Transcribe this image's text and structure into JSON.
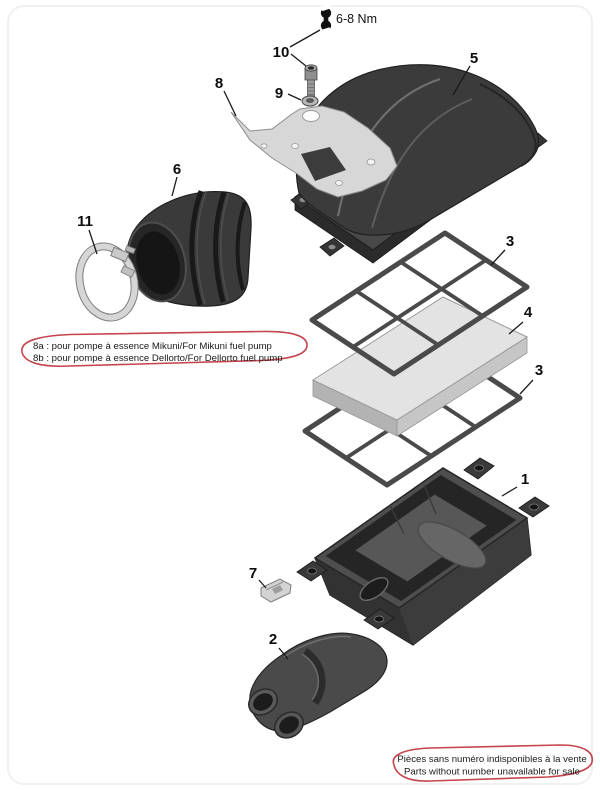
{
  "torque": {
    "label": "6-8 Nm"
  },
  "callouts": [
    {
      "label": "10"
    },
    {
      "label": "9"
    },
    {
      "label": "8"
    },
    {
      "label": "5"
    },
    {
      "label": "6"
    },
    {
      "label": "11"
    },
    {
      "label": "3"
    },
    {
      "label": "4"
    },
    {
      "label": "3"
    },
    {
      "label": "1"
    },
    {
      "label": "7"
    },
    {
      "label": "2"
    }
  ],
  "notes": {
    "fuel_pump": {
      "lines": [
        "8a : pour pompe à essence Mikuni/For Mikuni fuel pump",
        "8b : pour pompe à essence Dellorto/For Dellorto fuel pump"
      ]
    },
    "unavailable": {
      "lines": [
        "Pièces sans numéro indisponibles à la vente",
        "Parts without number unavailable for sale"
      ]
    }
  },
  "colors": {
    "note_red": "#c4454e",
    "callout_text": "#0d0d0d",
    "part_dark": "#3b3b3b",
    "part_mid": "#4a4a4a",
    "part_light": "#d7d7d7",
    "foam": "#e3e3e3"
  }
}
